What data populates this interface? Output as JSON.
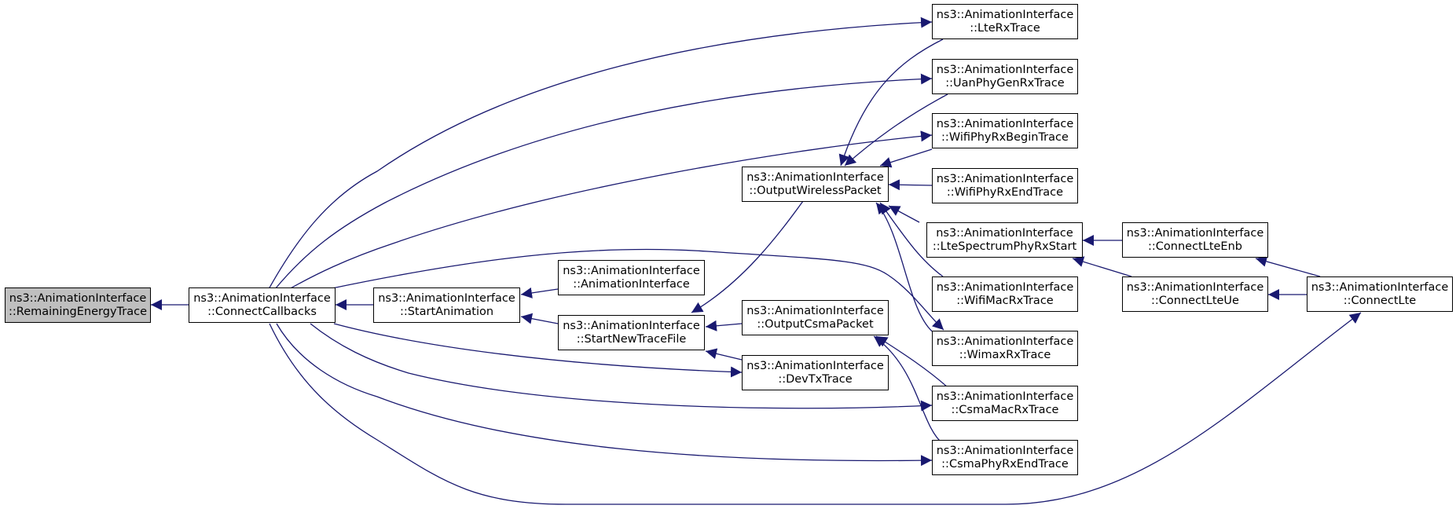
{
  "colors": {
    "edge": "#191970",
    "node_border": "#000000",
    "node_fill": "#ffffff",
    "focus_fill": "#bfbfbf"
  },
  "nodes": {
    "remaining_energy_trace": {
      "l1": "ns3::AnimationInterface",
      "l2": "::RemainingEnergyTrace"
    },
    "connect_callbacks": {
      "l1": "ns3::AnimationInterface",
      "l2": "::ConnectCallbacks"
    },
    "start_animation": {
      "l1": "ns3::AnimationInterface",
      "l2": "::StartAnimation"
    },
    "animation_interface": {
      "l1": "ns3::AnimationInterface",
      "l2": "::AnimationInterface"
    },
    "start_new_trace_file": {
      "l1": "ns3::AnimationInterface",
      "l2": "::StartNewTraceFile"
    },
    "output_wireless_packet": {
      "l1": "ns3::AnimationInterface",
      "l2": "::OutputWirelessPacket"
    },
    "output_csma_packet": {
      "l1": "ns3::AnimationInterface",
      "l2": "::OutputCsmaPacket"
    },
    "dev_tx_trace": {
      "l1": "ns3::AnimationInterface",
      "l2": "::DevTxTrace"
    },
    "lte_rx_trace": {
      "l1": "ns3::AnimationInterface",
      "l2": "::LteRxTrace"
    },
    "uan_phy_gen_rx_trace": {
      "l1": "ns3::AnimationInterface",
      "l2": "::UanPhyGenRxTrace"
    },
    "wifi_phy_rx_begin_trace": {
      "l1": "ns3::AnimationInterface",
      "l2": "::WifiPhyRxBeginTrace"
    },
    "wifi_phy_rx_end_trace": {
      "l1": "ns3::AnimationInterface",
      "l2": "::WifiPhyRxEndTrace"
    },
    "lte_spectrum_phy_rx_start": {
      "l1": "ns3::AnimationInterface",
      "l2": "::LteSpectrumPhyRxStart"
    },
    "wifi_mac_rx_trace": {
      "l1": "ns3::AnimationInterface",
      "l2": "::WifiMacRxTrace"
    },
    "wimax_rx_trace": {
      "l1": "ns3::AnimationInterface",
      "l2": "::WimaxRxTrace"
    },
    "csma_mac_rx_trace": {
      "l1": "ns3::AnimationInterface",
      "l2": "::CsmaMacRxTrace"
    },
    "csma_phy_rx_end_trace": {
      "l1": "ns3::AnimationInterface",
      "l2": "::CsmaPhyRxEndTrace"
    },
    "connect_lte_enb": {
      "l1": "ns3::AnimationInterface",
      "l2": "::ConnectLteEnb"
    },
    "connect_lte_ue": {
      "l1": "ns3::AnimationInterface",
      "l2": "::ConnectLteUe"
    },
    "connect_lte": {
      "l1": "ns3::AnimationInterface",
      "l2": "::ConnectLte"
    }
  }
}
